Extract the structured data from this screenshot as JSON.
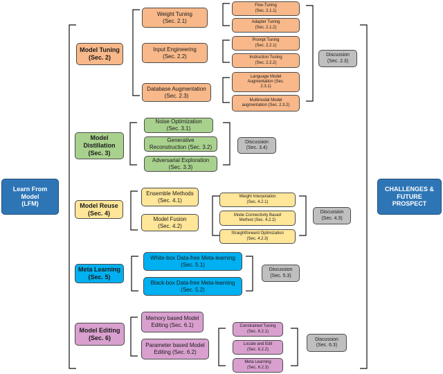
{
  "root": {
    "line1": "Learn From",
    "line2": "Model",
    "line3": "(LFM)"
  },
  "challenges": {
    "line1": "CHALLENGES &",
    "line2": "FUTURE",
    "line3": "PROSPECT"
  },
  "sections": {
    "tuning": {
      "title": "Model Tuning",
      "sec": "(Sec. 2)",
      "weight": {
        "title": "Weight Tuning",
        "sec": "(Sec. 2.1)"
      },
      "finetuning": {
        "title": "Fine-Tuning",
        "sec": "(Sec. 2.1.1)"
      },
      "adapter": {
        "title": "Adapter Tuning",
        "sec": "(Sec. 2.1.2)"
      },
      "input": {
        "title": "Input Engineering",
        "sec": "(Sec. 2.2)"
      },
      "prompt": {
        "title": "Prompt Tuning",
        "sec": "(Sec. 2.2.1)"
      },
      "instruction": {
        "title": "Instruction Tuning",
        "sec": "(Sec. 2.2.2)"
      },
      "database": {
        "title": "Database Augmentation",
        "sec": "(Sec. 2.3)"
      },
      "language": {
        "line1": "Language Model",
        "line2": "Augmentation (Sec.",
        "line3": "2.3.1)"
      },
      "multimodal": {
        "line1": "Multimodal Model",
        "line2": "augmentation (Sec. 2.3.2)"
      },
      "discussion": {
        "title": "Discussion",
        "sec": "(Sec. 2.3)"
      }
    },
    "distillation": {
      "line1": "Model",
      "line2": "Distillation",
      "line3": "(Sec. 3)",
      "noise": {
        "title": "Noise Optimization",
        "sec": "(Sec. 3.1)"
      },
      "generative": {
        "line1": "Generative",
        "line2": "Reconstruction (Sec. 3.2)"
      },
      "adversarial": {
        "title": "Adversarial Exploration",
        "sec": "(Sec. 3.3)"
      },
      "discussion": {
        "title": "Discussion",
        "sec": "(Sec. 3.4)"
      }
    },
    "reuse": {
      "title": "Model Reuse",
      "sec": "(Sec. 4)",
      "ensemble": {
        "title": "Ensemble Methods",
        "sec": "(Sec. 4.1)"
      },
      "fusion": {
        "title": "Model Fusion",
        "sec": "(Sec. 4.2)"
      },
      "weightinterp": {
        "title": "Weight Interpolation",
        "sec": "(Sec. 4.2.1)"
      },
      "connectivity": {
        "line1": "Mode Connectivity Based",
        "line2": "Method (Sec. 4.2.2)"
      },
      "straight": {
        "title": "Straightforward Optimization",
        "sec": "(Sec. 4.2.3)"
      },
      "discussion": {
        "title": "Discussion",
        "sec": "(Sec. 4.3)"
      }
    },
    "meta": {
      "title": "Meta Learning",
      "sec": "(Sec. 5)",
      "white": {
        "title": "White-box Data-free Meta-learning",
        "sec": "(Sec. 5.1)"
      },
      "black": {
        "title": "Black-box Data-free Meta-learning",
        "sec": "(Sec. 5.2)"
      },
      "discussion": {
        "title": "Discussion",
        "sec": "(Sec. 5.3)"
      }
    },
    "editing": {
      "title": "Model Editing",
      "sec": "(Sec. 6)",
      "memory": {
        "line1": "Memory based Model",
        "line2": "Editing (Sec. 6.1)"
      },
      "parameter": {
        "line1": "Parameter based Model",
        "line2": "Editing (Sec. 6.2)"
      },
      "constrained": {
        "title": "Constrained Tuning",
        "sec": "(Sec. 6.2.1)"
      },
      "locate": {
        "title": "Locate and Edit",
        "sec": "(Sec. 6.2.2)"
      },
      "metalearn": {
        "title": "Meta Learning",
        "sec": "(Sec. 6.2.3)"
      },
      "discussion": {
        "title": "Discussion",
        "sec": "(Sec. 6.3)"
      }
    }
  }
}
